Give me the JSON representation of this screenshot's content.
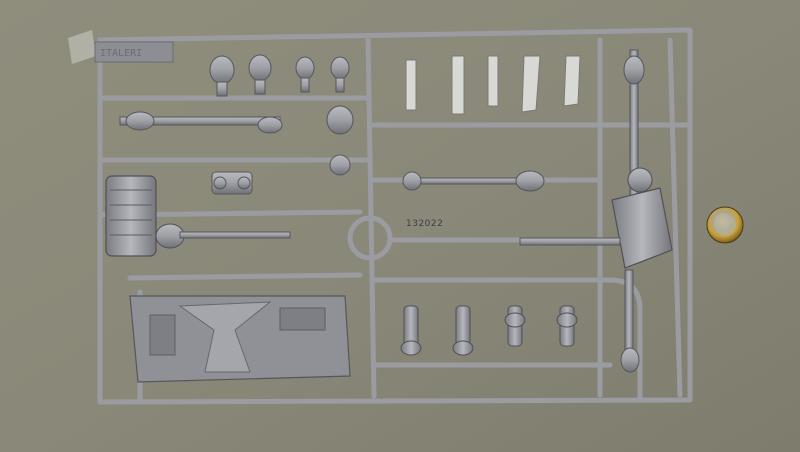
{
  "photo": {
    "subject": "plastic-model-kit-sprue",
    "background_color": "#8a8878",
    "plastic_color": "#9ea0a6",
    "coin_color": "#c9a13a"
  },
  "sprue": {
    "part_number": "132022",
    "brand_stamp": "ITALERI"
  }
}
